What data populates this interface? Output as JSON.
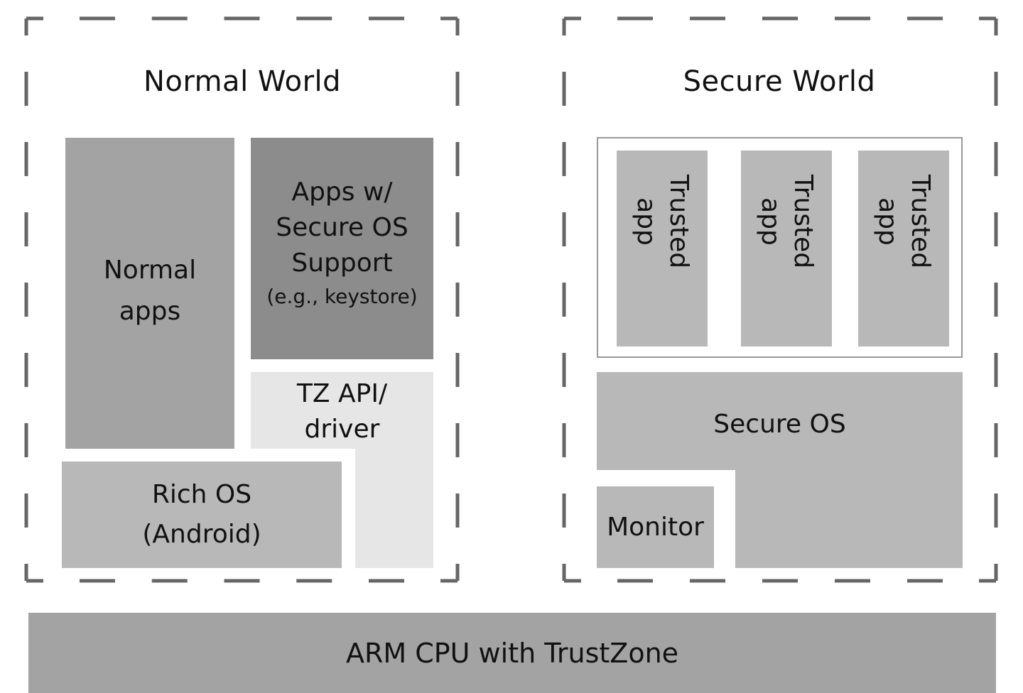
{
  "colors": {
    "dash": "#666666",
    "normal_apps": "#a3a3a3",
    "apps_secure": "#8c8c8c",
    "tz_api": "#e6e6e6",
    "rich_os": "#b8b8b8",
    "trusted_app": "#b8b8b8",
    "secure_os": "#b8b8b8",
    "monitor": "#b8b8b8",
    "cpu": "#a3a3a3",
    "ta_container_border": "#999999"
  },
  "normal_world": {
    "title": "Normal World",
    "normal_apps": {
      "line1": "Normal",
      "line2": "apps"
    },
    "apps_secure": {
      "line1": "Apps w/",
      "line2": "Secure OS",
      "line3": "Support",
      "line4": "(e.g., keystore)"
    },
    "tz_api": {
      "line1": "TZ API/",
      "line2": "driver"
    },
    "rich_os": {
      "line1": "Rich OS",
      "line2": "(Android)"
    }
  },
  "secure_world": {
    "title": "Secure World",
    "trusted_apps": [
      {
        "line1": "Trusted",
        "line2": "app"
      },
      {
        "line1": "Trusted",
        "line2": "app"
      },
      {
        "line1": "Trusted",
        "line2": "app"
      }
    ],
    "secure_os": "Secure OS",
    "monitor": "Monitor"
  },
  "cpu": {
    "label": "ARM CPU with TrustZone"
  }
}
